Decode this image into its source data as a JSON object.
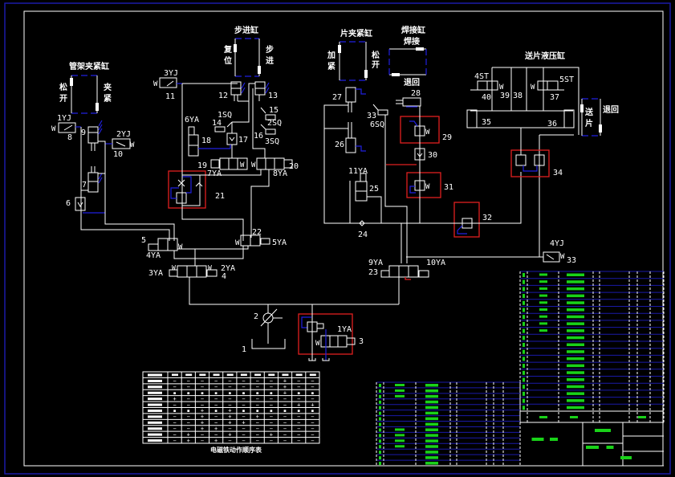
{
  "drawing": {
    "sheet_border_color": "#1a1aa8",
    "line_color": "#ffffff",
    "highlight_color": "#e02020",
    "pipe_accent_color": "#2020e0",
    "text_green": "#19d219"
  },
  "cylinders": {
    "pipe_clamp": {
      "title": "管架夹紧缸",
      "left_label_1": "松",
      "left_label_2": "开",
      "right_label_1": "夹",
      "right_label_2": "紧"
    },
    "step": {
      "title": "步进缸",
      "left_label_1": "复",
      "left_label_2": "位",
      "right_label_1": "步",
      "right_label_2": "进"
    },
    "sheet_clamp": {
      "title": "片夹紧缸",
      "left_label_1": "加",
      "left_label_2": "紧",
      "right_label_1": "松",
      "right_label_2": "开"
    },
    "weld": {
      "title": "焊接缸",
      "top_label": "焊接",
      "bottom_label": "退回"
    },
    "feed": {
      "title": "送片液压缸",
      "left_label_1": "送",
      "left_label_2": "片",
      "right_label": "退回"
    }
  },
  "components": {
    "c1": "1",
    "c2": "2",
    "c3": "3",
    "c4": "4",
    "c5": "5",
    "c6": "6",
    "c7": "7",
    "c8": "8",
    "c9": "9",
    "c10": "10",
    "c11": "11",
    "c12": "12",
    "c13": "13",
    "c14": "14",
    "c15": "15",
    "c16": "16",
    "c17": "17",
    "c18": "18",
    "c19": "19",
    "c20": "20",
    "c21": "21",
    "c22": "22",
    "c23": "23",
    "c24": "24",
    "c25": "25",
    "c26": "26",
    "c27": "27",
    "c28": "28",
    "c29": "29",
    "c30": "30",
    "c31": "31",
    "c32": "32",
    "c33": "33",
    "c34": "34",
    "c35": "35",
    "c36": "36",
    "c37": "37",
    "c38": "38",
    "c39": "39",
    "c40": "40"
  },
  "solenoids": {
    "ya1": "1YA",
    "ya2": "2YA",
    "ya3": "3YA",
    "ya4": "4YA",
    "ya5": "5YA",
    "ya6": "6YA",
    "ya7": "7YA",
    "ya8": "8YA",
    "ya9": "9YA",
    "ya10": "10YA",
    "ya11": "11YA"
  },
  "pressure_relays": {
    "yj1": "1YJ",
    "yj2": "2YJ",
    "yj3": "3YJ",
    "yj4": "4YJ"
  },
  "limit_switches": {
    "sq1": "1SQ",
    "sq2": "2SQ",
    "sq3": "3SQ",
    "sq6": "6SQ",
    "st4": "4ST",
    "st5": "5ST"
  },
  "spring_mark": "W",
  "sequence_table": {
    "title": "电磁铁动作顺序表",
    "columns": 11,
    "rows": [
      [
        "−",
        "−",
        "−",
        "−",
        "−",
        "−",
        "−",
        "−",
        "+",
        "−",
        "−"
      ],
      [
        "−",
        "−",
        "−",
        "−",
        "−",
        "−",
        "−",
        "−",
        "+",
        "−",
        "−"
      ],
      [
        "■",
        "■",
        "■",
        "■",
        "■",
        "■",
        "■",
        "■",
        "+",
        "■",
        "■"
      ],
      [
        "+",
        "−",
        "−",
        "−",
        "−",
        "−",
        "−",
        "−",
        "−",
        "−",
        "−"
      ],
      [
        "−",
        "−",
        "−",
        "−",
        "−",
        "−",
        "−",
        "−",
        "−",
        "+",
        "+"
      ],
      [
        "■",
        "■",
        "+",
        "■",
        "+",
        "■",
        "■",
        "■",
        "■",
        "■",
        "■"
      ],
      [
        "−",
        "−",
        "+",
        "−",
        "+",
        "−",
        "+",
        "−",
        "−",
        "−",
        "−"
      ],
      [
        "−",
        "−",
        "+",
        "−",
        "+",
        "+",
        "−",
        "−",
        "−",
        "−",
        "−"
      ],
      [
        "−",
        "−",
        "+",
        "+",
        "−",
        "−",
        "−",
        "−",
        "−",
        "−",
        "−"
      ],
      [
        "−",
        "+",
        "−",
        "−",
        "+",
        "−",
        "−",
        "+",
        "−",
        "−",
        "−"
      ],
      [
        "−",
        "+",
        "−",
        "+",
        "−",
        "−",
        "−",
        "−",
        "−",
        "−",
        "−"
      ]
    ]
  },
  "parts_list": {
    "row_count": 40,
    "note": "green CAD text (illegible at this resolution)"
  }
}
